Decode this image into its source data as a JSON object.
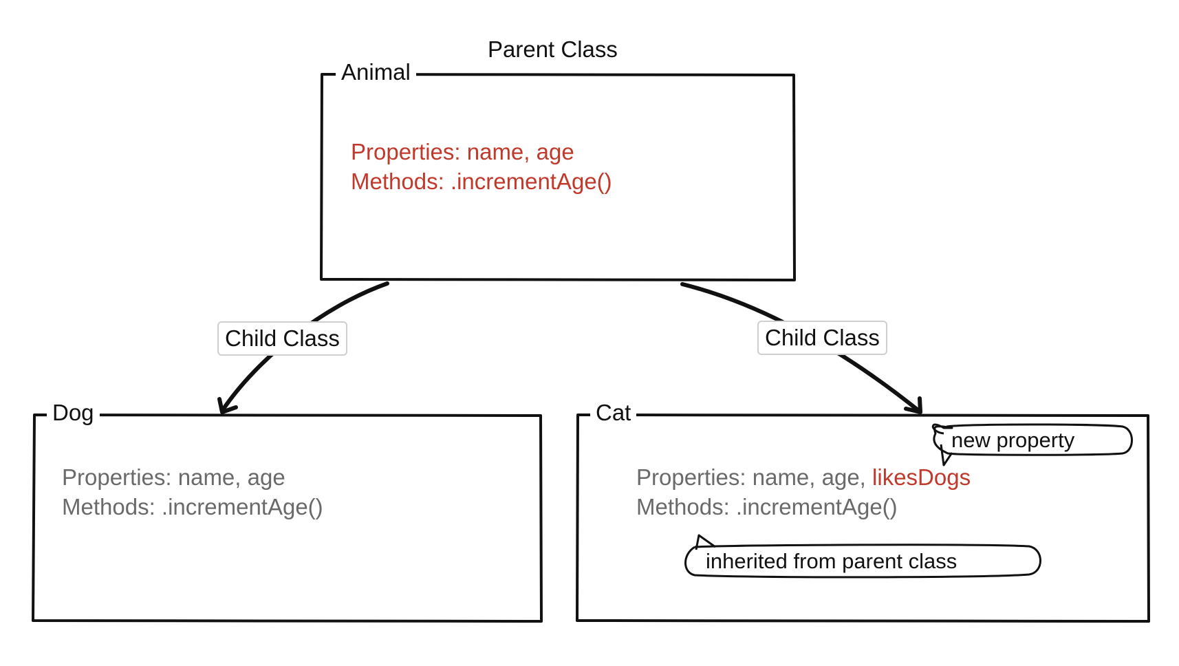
{
  "parent_caption": "Parent Class",
  "classes": {
    "animal": {
      "name": "Animal",
      "properties": "Properties: name, age",
      "methods": "Methods: .incrementAge()"
    },
    "dog": {
      "name": "Dog",
      "properties": "Properties: name, age",
      "methods": "Methods: .incrementAge()"
    },
    "cat": {
      "name": "Cat",
      "properties_prefix": "Properties: name, age, ",
      "new_property": "likesDogs",
      "methods": "Methods: .incrementAge()"
    }
  },
  "edges": [
    {
      "from": "Animal",
      "to": "Dog",
      "label": "Child Class"
    },
    {
      "from": "Animal",
      "to": "Cat",
      "label": "Child Class"
    }
  ],
  "callouts": {
    "new_property": "new property",
    "inherited": "inherited from parent class"
  },
  "colors": {
    "highlight": "#c0392b",
    "inherited_text": "#6a6a6a",
    "stroke": "#111111",
    "tag_border": "#cfcfcf"
  }
}
